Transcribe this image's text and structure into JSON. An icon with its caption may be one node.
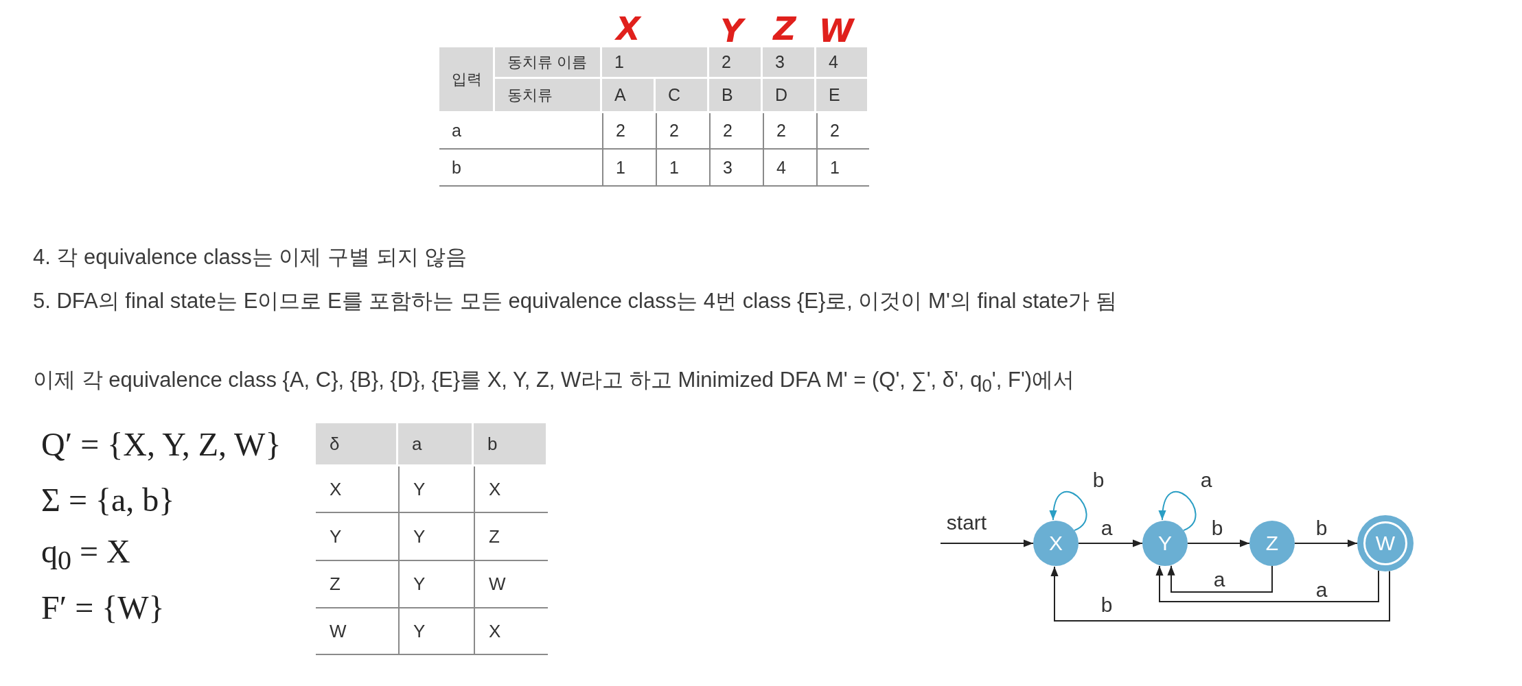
{
  "diagram": {
    "nodes": [
      {
        "text": [
          "X"
        ]
      },
      {
        "text": [
          "Y"
        ]
      },
      {
        "text": [
          "Z"
        ]
      },
      {
        "text": [
          "W"
        ]
      }
    ],
    "edges": [
      {
        "from": null,
        "to": 0,
        "arrow": "to",
        "label": "start"
      },
      {
        "from": 0,
        "to": 0,
        "arrow": "to",
        "label": "b",
        "color": "#2a9ec4"
      },
      {
        "from": 0,
        "to": 1,
        "arrow": "to",
        "label": "a"
      },
      {
        "from": 1,
        "to": 1,
        "arrow": "to",
        "label": "a",
        "color": "#2a9ec4"
      },
      {
        "from": 1,
        "to": 2,
        "arrow": "to",
        "label": "b"
      },
      {
        "from": 2,
        "to": 3,
        "arrow": "to",
        "label": "b"
      },
      {
        "from": 2,
        "to": 1,
        "arrow": "to",
        "label": "a"
      },
      {
        "from": 3,
        "to": 1,
        "arrow": "to",
        "label": "a"
      },
      {
        "from": 3,
        "to": 0,
        "arrow": "to",
        "label": "b"
      }
    ],
    "labels": [
      "X",
      "Y",
      "Z",
      "W",
      "입력",
      "동치류 이름",
      "1",
      "2",
      "3",
      "4",
      "동치류",
      "A",
      "C",
      "B",
      "D",
      "E",
      "a",
      "2",
      "2",
      "2",
      "2",
      "2",
      "b",
      "1",
      "1",
      "3",
      "4",
      "1",
      "4. 각 equivalence class는 이제 구별 되지 않음",
      "5. DFA의 final state는 E이므로 E를 포함하는 모든 equivalence class는 4번 class {E}로, 이것이 M'의 final state가 됨",
      "이제 각 equivalence class {A, C}, {B}, {D}, {E}를 X, Y, Z, W라고 하고 Minimized DFA M' = (Q', ∑', δ', q$_{0}$', F')에서",
      "Q′ = {X, Y, Z, W}",
      "Σ = {a, b}",
      "q$_{0}$ = X",
      "F′ = {W}",
      "δ",
      "a",
      "b",
      "X",
      "Y",
      "X",
      "Y",
      "Y",
      "Z",
      "Z",
      "Y",
      "W",
      "W",
      "Y",
      "X"
    ]
  }
}
